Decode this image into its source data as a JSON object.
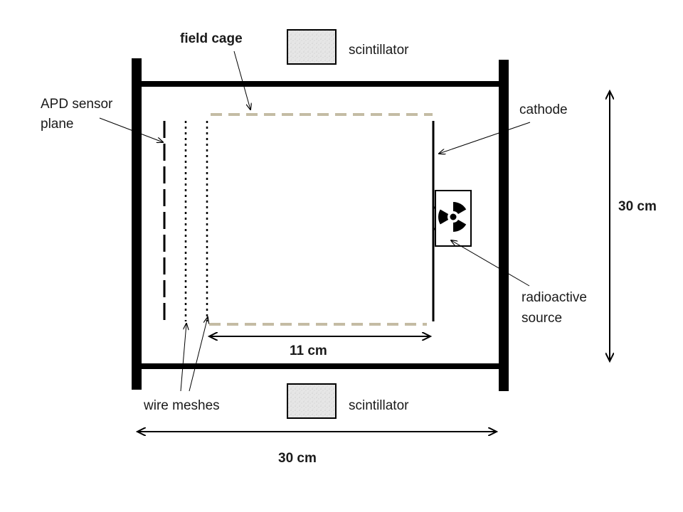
{
  "labels": {
    "field_cage": "field cage",
    "scintillator_top": "scintillator",
    "scintillator_bottom": "scintillator",
    "apd_line1": "APD sensor",
    "apd_line2": "plane",
    "cathode": "cathode",
    "radio_line1": "radioactive",
    "radio_line2": "source",
    "wire_meshes": "wire meshes",
    "dim_inner": "11 cm",
    "dim_height": "30 cm",
    "dim_width": "30 cm"
  },
  "colors": {
    "ink": "#000000",
    "field_cage": "#c4bca4",
    "scintillator_fill": "#e6e6e6",
    "scintillator_texture": "#cfcfcf"
  },
  "icons": {
    "source_symbol": "radiation-trefoil-icon"
  }
}
